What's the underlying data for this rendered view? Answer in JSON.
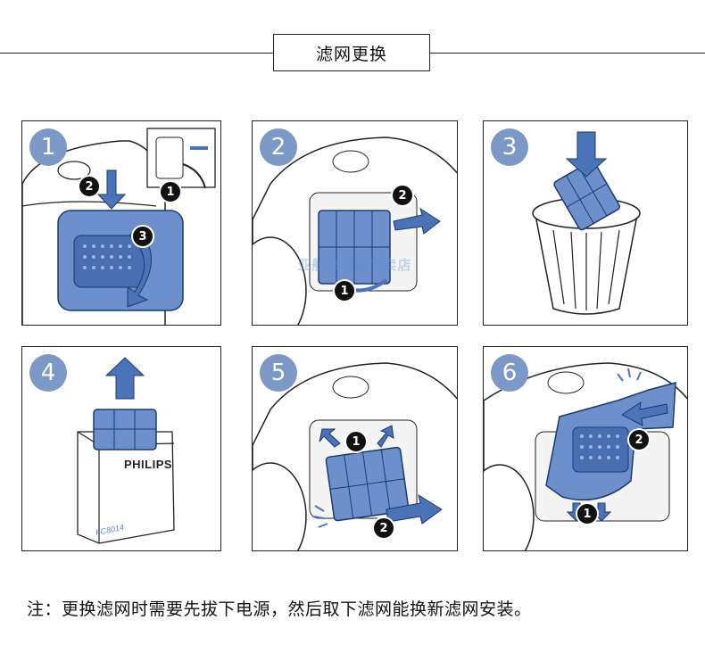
{
  "header": {
    "title": "滤网更换"
  },
  "steps": [
    {
      "number": "1",
      "badges": [
        "1",
        "2",
        "3"
      ]
    },
    {
      "number": "2",
      "badges": [
        "1",
        "2"
      ],
      "watermark": "亚航家电售专卖店"
    },
    {
      "number": "3"
    },
    {
      "number": "4",
      "brand": "PHILIPS",
      "model": "FC8014"
    },
    {
      "number": "5",
      "badges": [
        "1",
        "2"
      ]
    },
    {
      "number": "6",
      "badges": [
        "1",
        "2"
      ]
    }
  ],
  "footer": {
    "note": "注：更换滤网时需要先拔下电源，然后取下滤网能换新滤网安装。"
  },
  "colors": {
    "accent_blue": "#4a73b8",
    "filter_blue": "#6d8fcc",
    "step_circle": "#7b98c6",
    "line": "#222222"
  }
}
